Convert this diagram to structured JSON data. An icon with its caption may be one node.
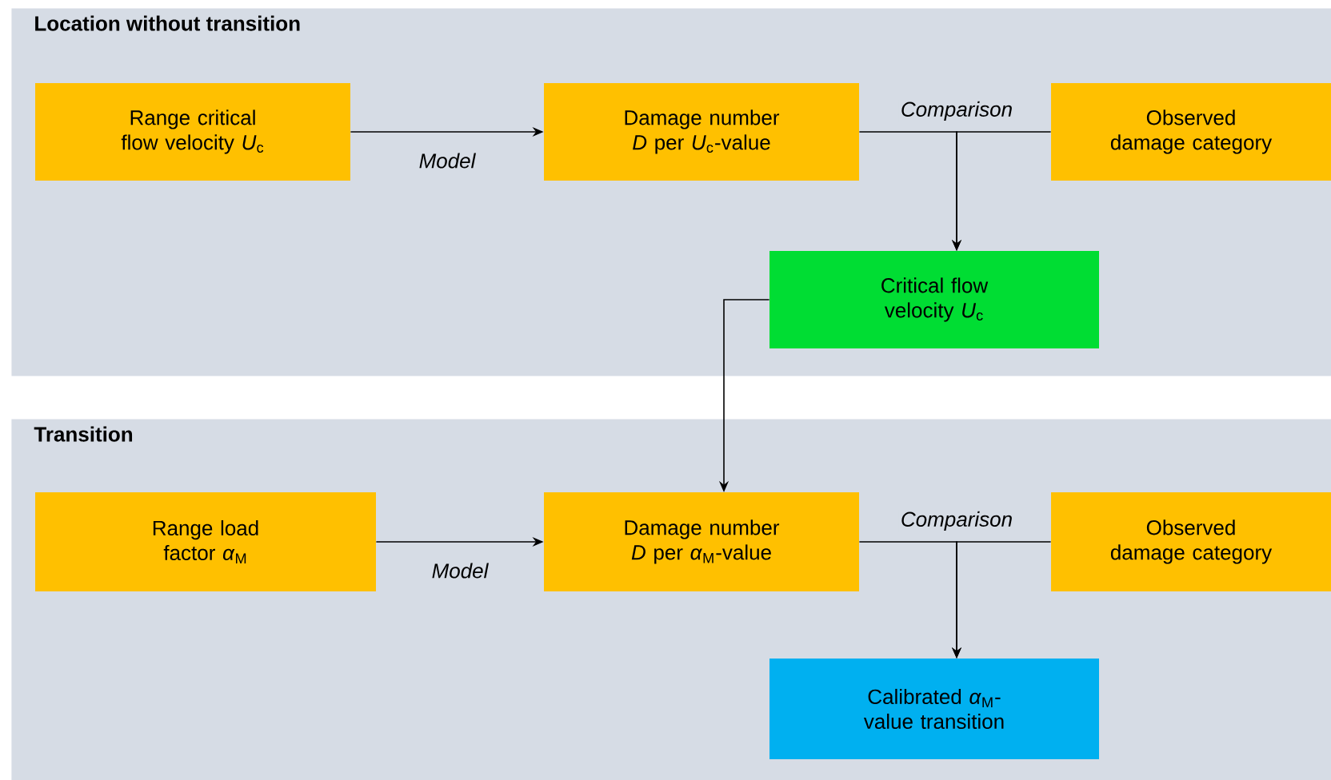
{
  "diagram": {
    "nodes": [
      {
        "text": [
          "Location without transition"
        ]
      },
      {
        "text": [
          "Range critical flow velocity *U*$_{c}$"
        ],
        "in": 0
      },
      {
        "text": [
          "Damage number *D* per *U*$_{c}$-value"
        ],
        "in": 0
      },
      {
        "text": [
          "Observed damage category"
        ],
        "in": 0
      },
      {
        "text": [
          "Critical flow velocity *U*$_{c}$"
        ],
        "in": 0
      },
      {
        "text": [
          "Transition"
        ]
      },
      {
        "text": [
          "Range load factor *α*$_{M}$"
        ],
        "in": 5
      },
      {
        "text": [
          "Damage number *D* per *α*$_{M}$-value"
        ],
        "in": 5
      },
      {
        "text": [
          "Observed damage category"
        ],
        "in": 5
      },
      {
        "text": [
          "Calibrated *α*$_{M}$-value transition"
        ],
        "in": 5
      }
    ],
    "edges": [
      {
        "from": 1,
        "to": 2,
        "arrow": "to",
        "label": "Model"
      },
      {
        "from": 2,
        "to": 4,
        "arrow": "to",
        "label": "Comparison"
      },
      {
        "from": 3,
        "to": 4,
        "arrow": "to"
      },
      {
        "from": 4,
        "to": 7,
        "arrow": "to"
      },
      {
        "from": 6,
        "to": 7,
        "arrow": "to",
        "label": "Model"
      },
      {
        "from": 7,
        "to": 9,
        "arrow": "to",
        "label": "Comparison"
      },
      {
        "from": 8,
        "to": 9,
        "arrow": "to"
      }
    ]
  }
}
